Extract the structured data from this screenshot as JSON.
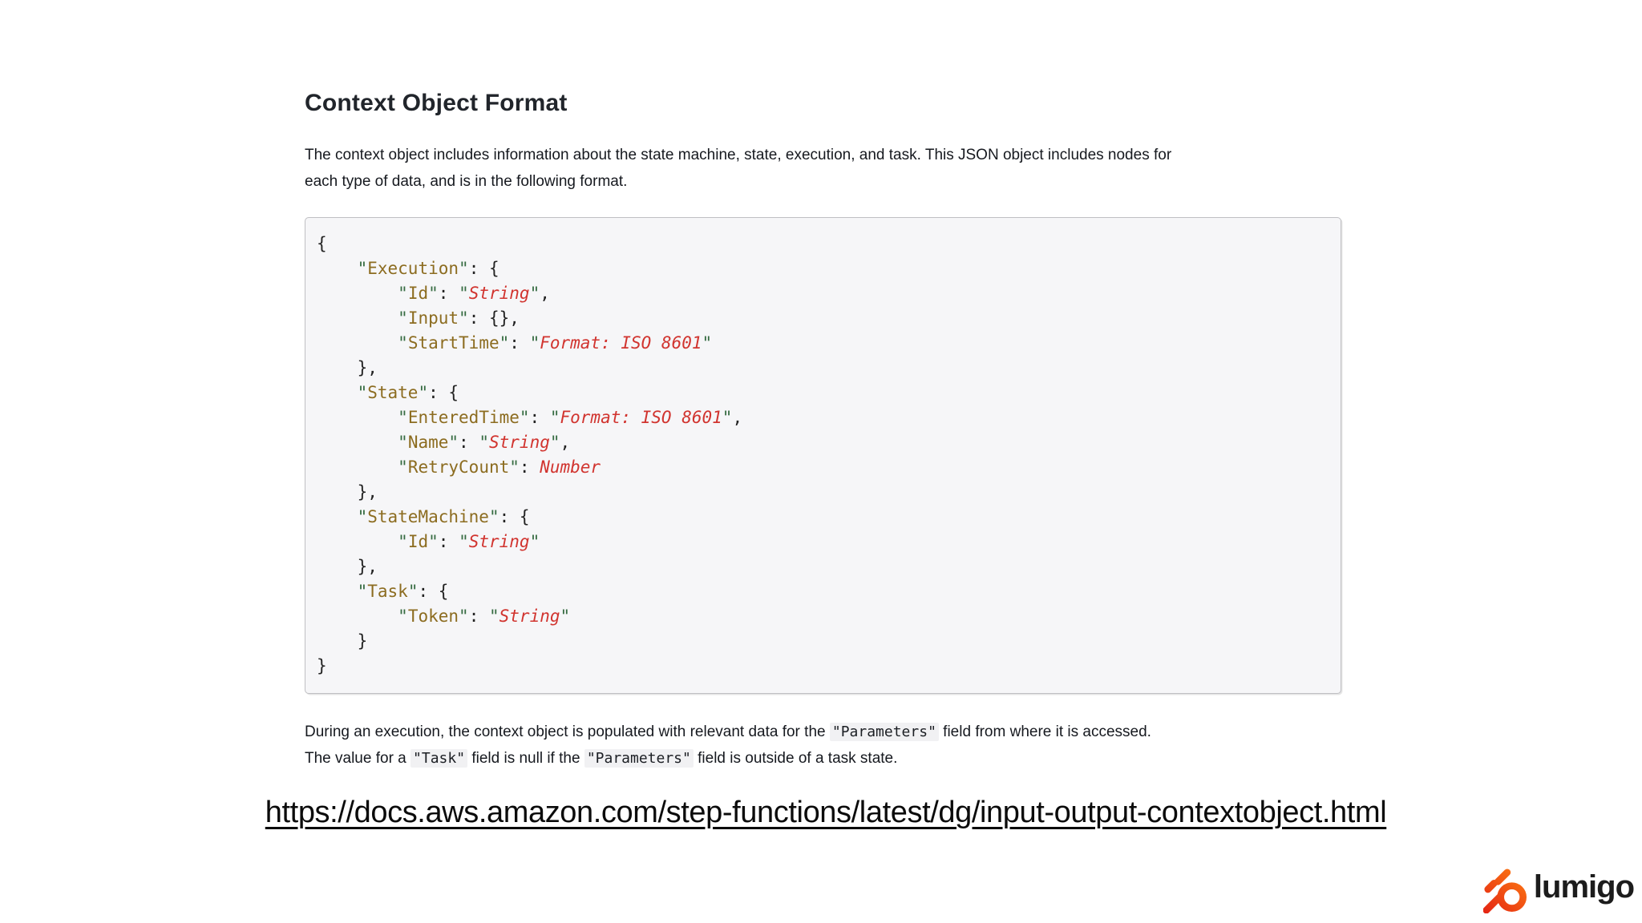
{
  "colors": {
    "text": "#16191f",
    "title": "#21252b",
    "code_bg": "#f6f6f8",
    "code_border": "#bfbfc3",
    "tok_punct": "#232323",
    "tok_key": "#8c6c20",
    "tok_quote": "#356b41",
    "tok_value": "#d1342f",
    "inline_code_bg": "#f1f1f3",
    "link": "#0b0b0b",
    "logo_red": "#e42313",
    "logo_orange": "#ff8413",
    "logo_text": "#1c1c1c"
  },
  "header": {
    "title": "Context Object Format"
  },
  "intro": {
    "lines": [
      "The context object includes information about the state machine, state, execution, and task. This JSON object includes nodes for",
      "each type of data, and is in the following format."
    ]
  },
  "code_block": {
    "language": "json",
    "lines": [
      [
        [
          "p",
          "{"
        ]
      ],
      [
        [
          "p",
          "    "
        ],
        [
          "q",
          "\""
        ],
        [
          "k",
          "Execution"
        ],
        [
          "q",
          "\""
        ],
        [
          "p",
          ": {"
        ]
      ],
      [
        [
          "p",
          "        "
        ],
        [
          "q",
          "\""
        ],
        [
          "k",
          "Id"
        ],
        [
          "q",
          "\""
        ],
        [
          "p",
          ": "
        ],
        [
          "q",
          "\""
        ],
        [
          "v",
          "String"
        ],
        [
          "q",
          "\""
        ],
        [
          "p",
          ","
        ]
      ],
      [
        [
          "p",
          "        "
        ],
        [
          "q",
          "\""
        ],
        [
          "k",
          "Input"
        ],
        [
          "q",
          "\""
        ],
        [
          "p",
          ": {},"
        ]
      ],
      [
        [
          "p",
          "        "
        ],
        [
          "q",
          "\""
        ],
        [
          "k",
          "StartTime"
        ],
        [
          "q",
          "\""
        ],
        [
          "p",
          ": "
        ],
        [
          "q",
          "\""
        ],
        [
          "v",
          "Format: ISO 8601"
        ],
        [
          "q",
          "\""
        ]
      ],
      [
        [
          "p",
          "    },"
        ]
      ],
      [
        [
          "p",
          "    "
        ],
        [
          "q",
          "\""
        ],
        [
          "k",
          "State"
        ],
        [
          "q",
          "\""
        ],
        [
          "p",
          ": {"
        ]
      ],
      [
        [
          "p",
          "        "
        ],
        [
          "q",
          "\""
        ],
        [
          "k",
          "EnteredTime"
        ],
        [
          "q",
          "\""
        ],
        [
          "p",
          ": "
        ],
        [
          "q",
          "\""
        ],
        [
          "v",
          "Format: ISO 8601"
        ],
        [
          "q",
          "\""
        ],
        [
          "p",
          ","
        ]
      ],
      [
        [
          "p",
          "        "
        ],
        [
          "q",
          "\""
        ],
        [
          "k",
          "Name"
        ],
        [
          "q",
          "\""
        ],
        [
          "p",
          ": "
        ],
        [
          "q",
          "\""
        ],
        [
          "v",
          "String"
        ],
        [
          "q",
          "\""
        ],
        [
          "p",
          ","
        ]
      ],
      [
        [
          "p",
          "        "
        ],
        [
          "q",
          "\""
        ],
        [
          "k",
          "RetryCount"
        ],
        [
          "q",
          "\""
        ],
        [
          "p",
          ": "
        ],
        [
          "v",
          "Number"
        ]
      ],
      [
        [
          "p",
          "    },"
        ]
      ],
      [
        [
          "p",
          "    "
        ],
        [
          "q",
          "\""
        ],
        [
          "k",
          "StateMachine"
        ],
        [
          "q",
          "\""
        ],
        [
          "p",
          ": {"
        ]
      ],
      [
        [
          "p",
          "        "
        ],
        [
          "q",
          "\""
        ],
        [
          "k",
          "Id"
        ],
        [
          "q",
          "\""
        ],
        [
          "p",
          ": "
        ],
        [
          "q",
          "\""
        ],
        [
          "v",
          "String"
        ],
        [
          "q",
          "\""
        ]
      ],
      [
        [
          "p",
          "    },"
        ]
      ],
      [
        [
          "p",
          "    "
        ],
        [
          "q",
          "\""
        ],
        [
          "k",
          "Task"
        ],
        [
          "q",
          "\""
        ],
        [
          "p",
          ": {"
        ]
      ],
      [
        [
          "p",
          "        "
        ],
        [
          "q",
          "\""
        ],
        [
          "k",
          "Token"
        ],
        [
          "q",
          "\""
        ],
        [
          "p",
          ": "
        ],
        [
          "q",
          "\""
        ],
        [
          "v",
          "String"
        ],
        [
          "q",
          "\""
        ]
      ],
      [
        [
          "p",
          "    }"
        ]
      ],
      [
        [
          "p",
          "}"
        ]
      ]
    ]
  },
  "outro": {
    "lines": [
      [
        {
          "type": "text",
          "text": "During an execution, the context object is populated with relevant data for the "
        },
        {
          "type": "code",
          "text": "\"Parameters\""
        },
        {
          "type": "text",
          "text": " field from where it is accessed."
        }
      ],
      [
        {
          "type": "text",
          "text": "The value for a "
        },
        {
          "type": "code",
          "text": "\"Task\""
        },
        {
          "type": "text",
          "text": " field is null if the "
        },
        {
          "type": "code",
          "text": "\"Parameters\""
        },
        {
          "type": "text",
          "text": " field is outside of a task state."
        }
      ]
    ]
  },
  "link": {
    "text": "https://docs.aws.amazon.com/step-functions/latest/dg/input-output-contextobject.html"
  },
  "logo": {
    "icon": "lumigo-comet-icon",
    "text": "lumigo"
  }
}
